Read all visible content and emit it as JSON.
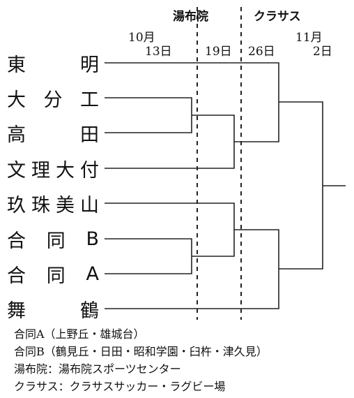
{
  "venues": [
    "湯布院",
    "クラサス"
  ],
  "round_dates": [
    {
      "line1": "10月",
      "line2": "13日"
    },
    {
      "line1": "19日"
    },
    {
      "line1": "26日"
    },
    {
      "line1": "11月",
      "line2": "2日"
    }
  ],
  "teams": [
    [
      "東",
      "明"
    ],
    [
      "大",
      "分",
      "工"
    ],
    [
      "高",
      "田"
    ],
    [
      "文",
      "理",
      "大",
      "付"
    ],
    [
      "玖",
      "珠",
      "美",
      "山"
    ],
    [
      "合",
      "同",
      "B"
    ],
    [
      "合",
      "同",
      "A"
    ],
    [
      "舞",
      "鶴"
    ]
  ],
  "notes": [
    "合同A（上野丘・雄城台）",
    "合同B（鶴見丘・日田・昭和学園・臼杵・津久見）",
    "湯布院：湯布院スポーツセンター",
    "クラサス：クラサスサッカー・ラグビー場"
  ]
}
